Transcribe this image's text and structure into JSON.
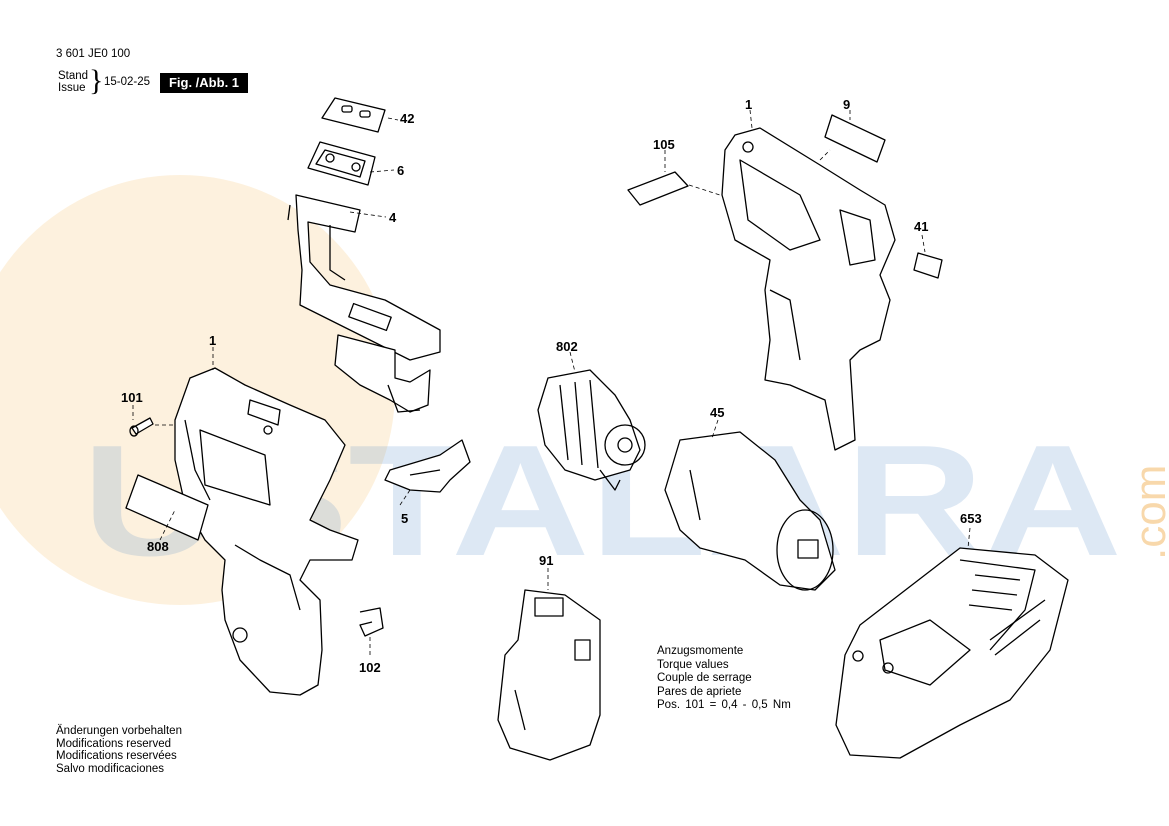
{
  "header": {
    "doc_number": "3 601 JE0 100",
    "stand_label": "Stand",
    "issue_label": "Issue",
    "date": "15-02-25",
    "figure_label": "Fig. /Abb. 1"
  },
  "watermark": {
    "text": "USTALARA",
    "suffix": ".com",
    "color_blue": "#4a86c5",
    "color_orange": "#f2b35a"
  },
  "callouts": {
    "p42": "42",
    "p6": "6",
    "p4": "4",
    "p1_left": "1",
    "p101": "101",
    "p808": "808",
    "p5": "5",
    "p102": "102",
    "p802": "802",
    "p45": "45",
    "p91": "91",
    "p105": "105",
    "p1_right": "1",
    "p9": "9",
    "p41": "41",
    "p653": "653"
  },
  "torque": {
    "lines": [
      "Anzugsmomente",
      "Torque values",
      "Couple de serrage",
      "Pares de apriete"
    ],
    "spec": "Pos. 101 = 0,4 - 0,5 Nm"
  },
  "notes": [
    "Änderungen vorbehalten",
    "Modifications reserved",
    "Modifications reservées",
    "Salvo modificaciones"
  ]
}
